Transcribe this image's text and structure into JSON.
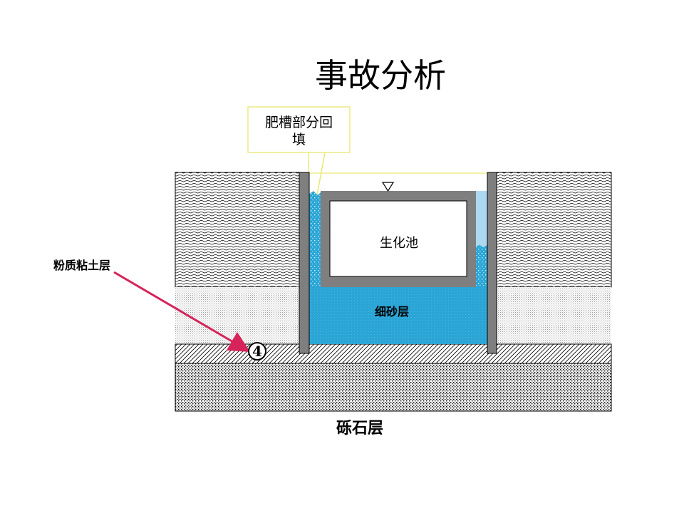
{
  "title": "事故分析",
  "callout": {
    "line1": "肥槽部分回",
    "line2": "填"
  },
  "labels": {
    "clay_layer": "粉质粘土层",
    "fine_sand_layer": "细砂层",
    "gravel_layer": "砾石层",
    "tank": "生化池",
    "layer_number": "4"
  },
  "colors": {
    "water": "#2aa5d6",
    "light_water": "#aed8f0",
    "wall": "#7f7f7f",
    "arrow": "#d6245a",
    "callout_border": "#e8e870"
  }
}
